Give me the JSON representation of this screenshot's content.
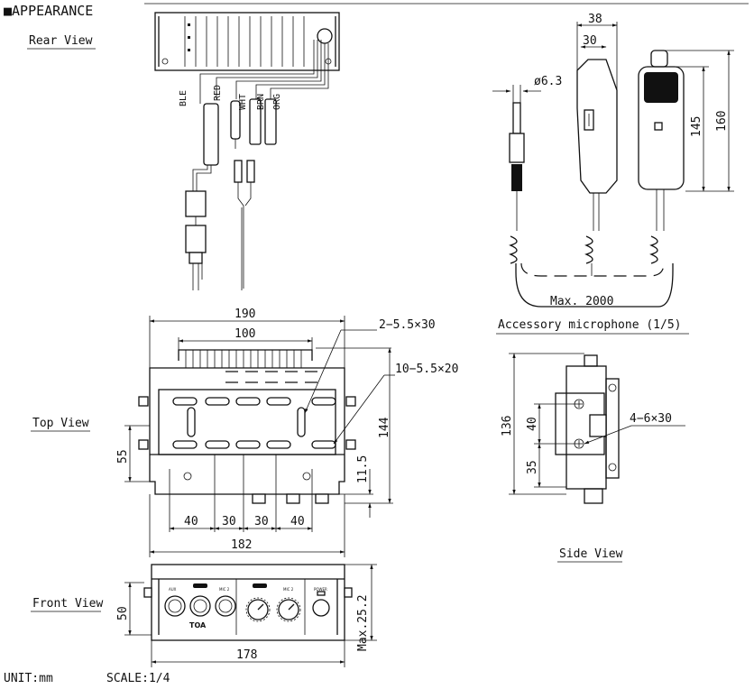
{
  "header": {
    "title": "■APPEARANCE"
  },
  "views": {
    "rear": "Rear View",
    "top": "Top View",
    "front": "Front View",
    "side": "Side View",
    "accessory": "Accessory microphone (1/5)"
  },
  "wire_labels": [
    "BLE",
    "RED",
    "WHT",
    "BRN",
    "ORG"
  ],
  "mic_dims": {
    "width_38": "38",
    "width_30": "30",
    "plug_dia": "ø6.3",
    "h145": "145",
    "h160": "160",
    "cord": "Max. 2000"
  },
  "top_dims": {
    "w190": "190",
    "w100": "100",
    "slot_2": "2−5.5×30",
    "slot_10": "10−5.5×20",
    "h55": "55",
    "h144": "144",
    "h11_5": "11.5",
    "s40a": "40",
    "s30a": "30",
    "s30b": "30",
    "s40b": "40",
    "w182": "182"
  },
  "side_dims": {
    "h136": "136",
    "h40": "40",
    "h35": "35",
    "holes": "4−6×30"
  },
  "front_dims": {
    "h50": "50",
    "w178": "178",
    "max25": "Max.25.2"
  },
  "panel_labels": {
    "aux": "AUX",
    "mic2a": "MIC 2",
    "mic2b": "MIC 2",
    "power": "POWER",
    "brand": "TOA"
  },
  "footer": {
    "unit": "UNIT:mm",
    "scale": "SCALE:1/4"
  }
}
